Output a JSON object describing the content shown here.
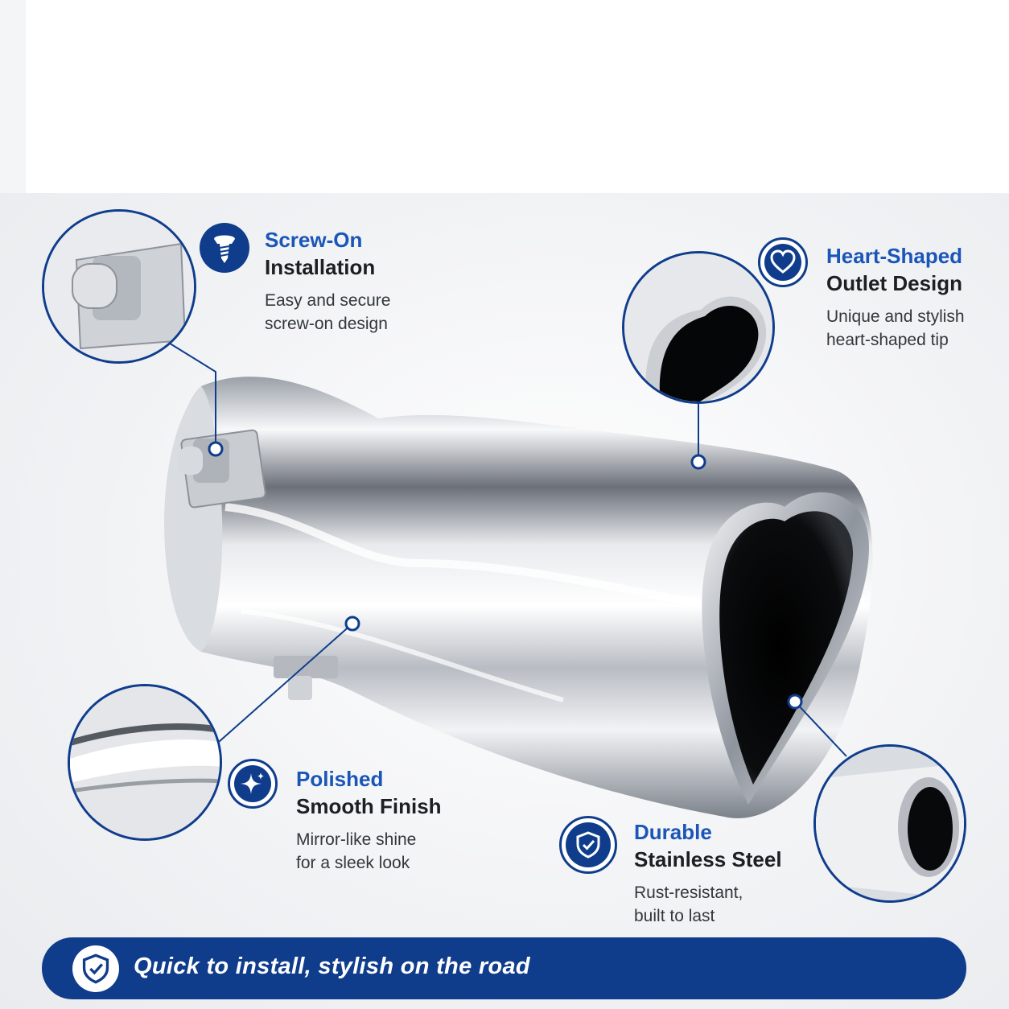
{
  "colors": {
    "brand_blue": "#0f3d8c",
    "accent_blue": "#1a55b8",
    "text_dark": "#1d1f23",
    "text_body": "#33363b"
  },
  "features": [
    {
      "icon": "screw-icon",
      "title_line1": "Screw-On",
      "title_line2": "Installation",
      "desc_line1": "Easy and secure",
      "desc_line2": "screw-on design"
    },
    {
      "icon": "heart-icon",
      "title_line1": "Heart-Shaped",
      "title_line2": "Outlet Design",
      "desc_line1": "Unique and stylish",
      "desc_line2": "heart-shaped tip"
    },
    {
      "icon": "sparkle-icon",
      "title_line1": "Polished",
      "title_line2": "Smooth Finish",
      "desc_line1": "Mirror-like shine",
      "desc_line2": "for a sleek look"
    },
    {
      "icon": "shield-check-icon",
      "title_line1": "Durable",
      "title_line2": "Stainless Steel",
      "desc_line1": "Rust-resistant,",
      "desc_line2": "built to last"
    }
  ],
  "banner": {
    "icon": "shield-check-icon",
    "text": "Quick to install, stylish on the road"
  }
}
